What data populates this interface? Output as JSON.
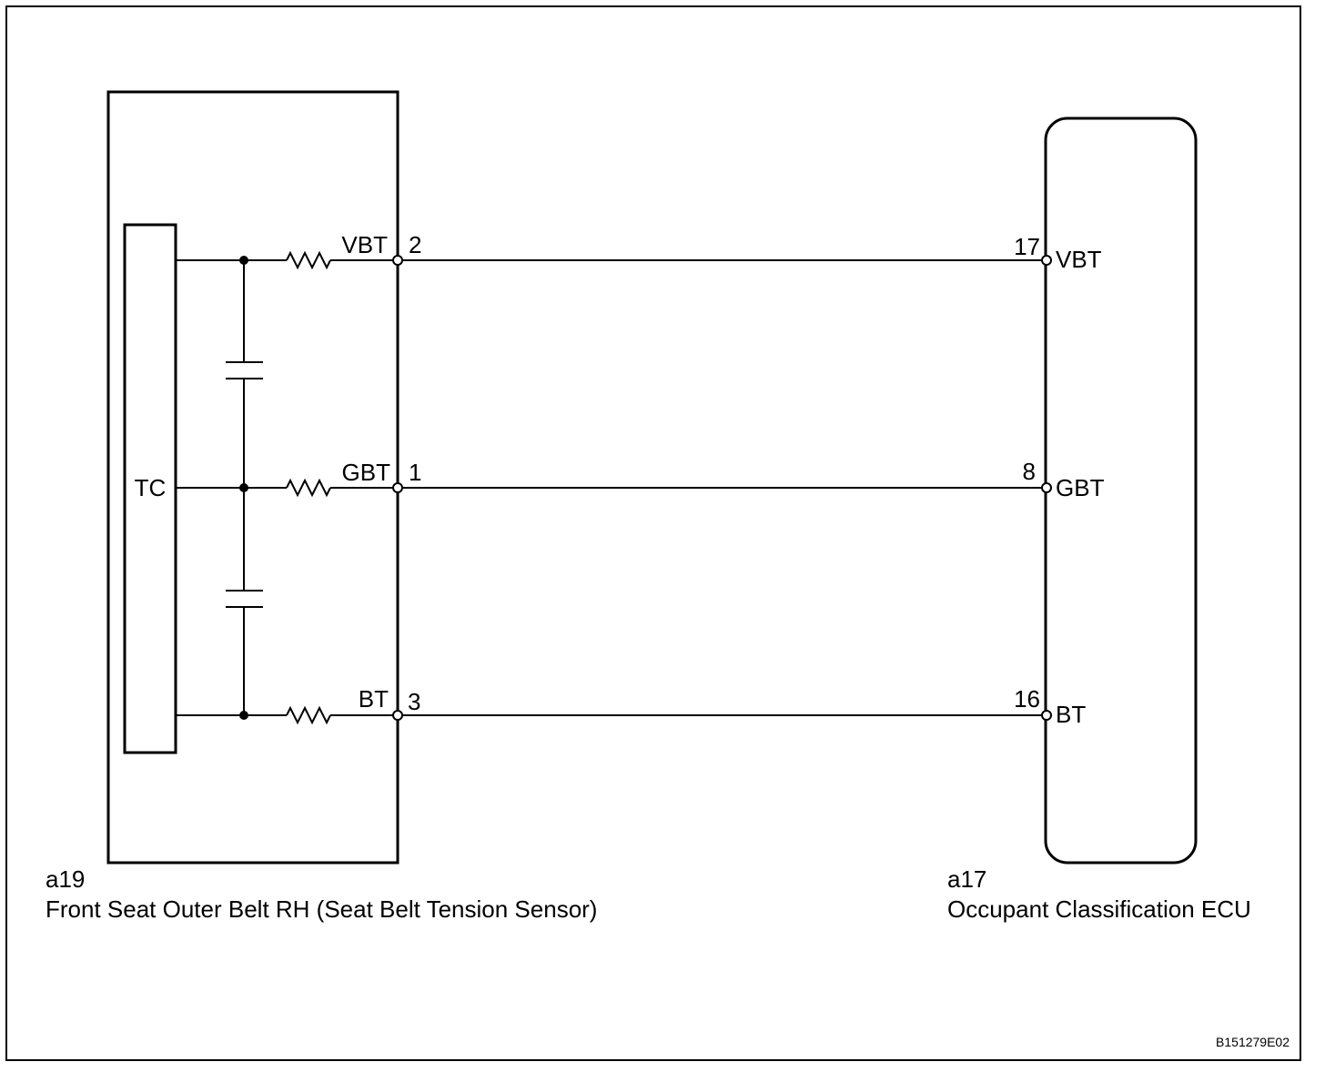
{
  "sensor": {
    "connector": "a19",
    "name": "Front Seat Outer Belt RH (Seat Belt Tension Sensor)",
    "element_label": "TC",
    "pins": [
      {
        "signal": "VBT",
        "number": "2"
      },
      {
        "signal": "GBT",
        "number": "1"
      },
      {
        "signal": "BT",
        "number": "3"
      }
    ]
  },
  "ecu": {
    "connector": "a17",
    "name": "Occupant Classification ECU",
    "pins": [
      {
        "signal": "VBT",
        "number": "17"
      },
      {
        "signal": "GBT",
        "number": "8"
      },
      {
        "signal": "BT",
        "number": "16"
      }
    ]
  },
  "figure_code": "B151279E02"
}
